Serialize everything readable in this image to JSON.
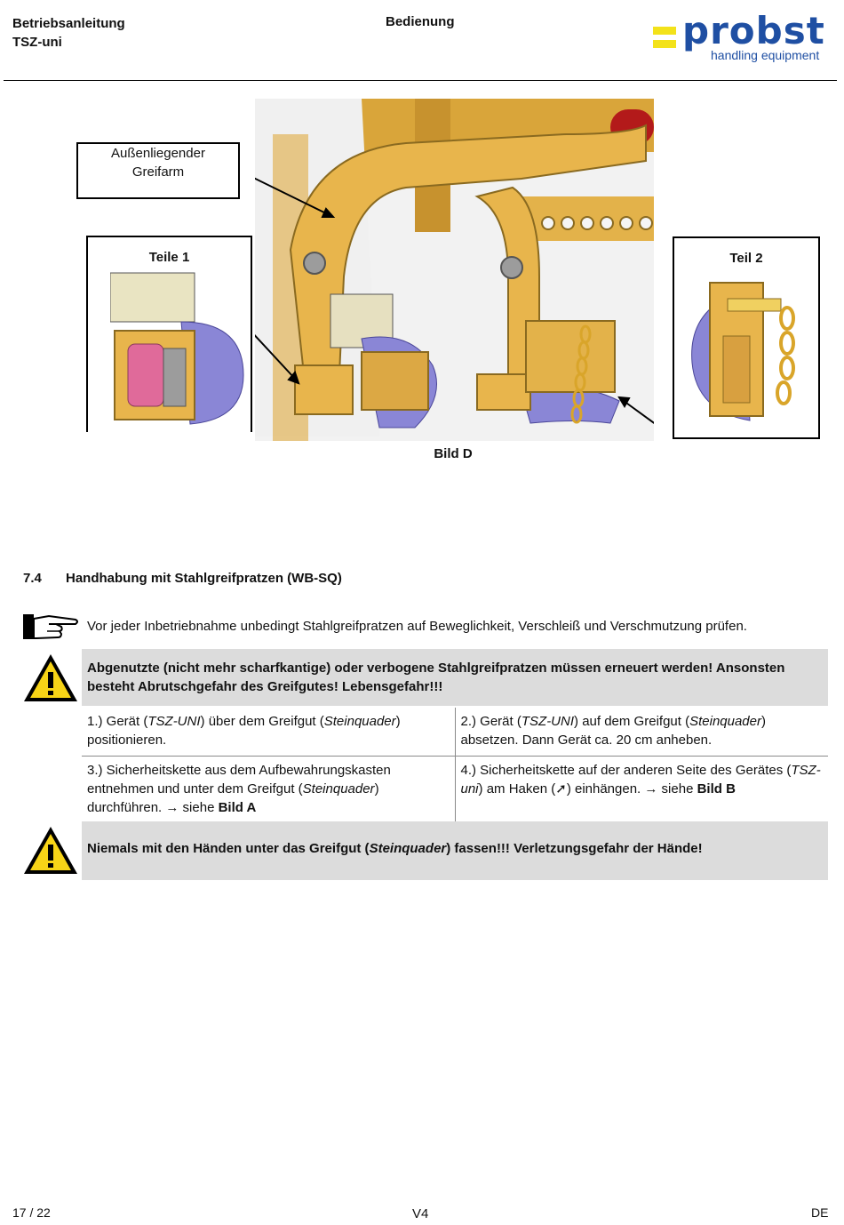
{
  "header": {
    "doc_title": "Betriebsanleitung",
    "doc_model": "TSZ-uni",
    "section": "Bedienung",
    "logo_word": "probst",
    "logo_sub": "handling equipment",
    "logo_colors": {
      "yellow": "#f3e21a",
      "blue": "#1f4fa3"
    }
  },
  "figure": {
    "callout_arm": [
      "Außenliegender",
      "Greifarm"
    ],
    "part1_title": "Teile 1",
    "part2_title": "Teil 2",
    "caption": "Bild D"
  },
  "section": {
    "number": "7.4",
    "title": "Handhabung mit Stahlgreifpratzen (WB-SQ)"
  },
  "note": {
    "icon": "pointing-hand-icon",
    "text": "Vor jeder Inbetriebnahme unbedingt Stahlgreifpratzen auf Beweglichkeit, Verschleiß und Verschmutzung prüfen."
  },
  "warning1": {
    "icon": "warning-triangle-icon",
    "text": "Abgenutzte (nicht mehr scharfkantige) oder verbogene Stahlgreifpratzen müssen erneuert werden! Ansonsten besteht Abrutschgefahr des Greifgutes! Lebensgefahr!!!"
  },
  "steps": {
    "s1": {
      "a": "1.) Gerät (",
      "b": "TSZ-UNI",
      "c": ") über dem Greifgut (",
      "d": "Steinquader",
      "e": ") positionieren."
    },
    "s2": {
      "a": "2.) Gerät (",
      "b": "TSZ-UNI",
      "c": ") auf dem Greifgut (",
      "d": "Steinquader",
      "e": ") absetzen. Dann Gerät ca. 20 cm anheben."
    },
    "s3": {
      "a": "3.) Sicherheitskette aus dem Aufbewahrungskasten entnehmen und unter dem Greifgut (",
      "b": "Steinquader",
      "c": ") durchführen. ",
      "arrow": "→",
      "d": " siehe ",
      "e": "Bild A"
    },
    "s4": {
      "a": "4.) Sicherheitskette auf der anderen Seite des Gerätes (",
      "b": "TSZ-uni",
      "c": ") am Haken (",
      "hook": "➚",
      "d": ") einhängen. ",
      "arrow": "→",
      "e": " siehe ",
      "f": "Bild B"
    }
  },
  "warning2": {
    "icon": "warning-triangle-icon",
    "a": "Niemals mit den Händen unter das Greifgut (",
    "b": "Steinquader",
    "c": ") fassen!!! Verletzungsgefahr der Hände!"
  },
  "footer": {
    "page": "17 / 22",
    "version": "V4",
    "lang": "DE"
  }
}
